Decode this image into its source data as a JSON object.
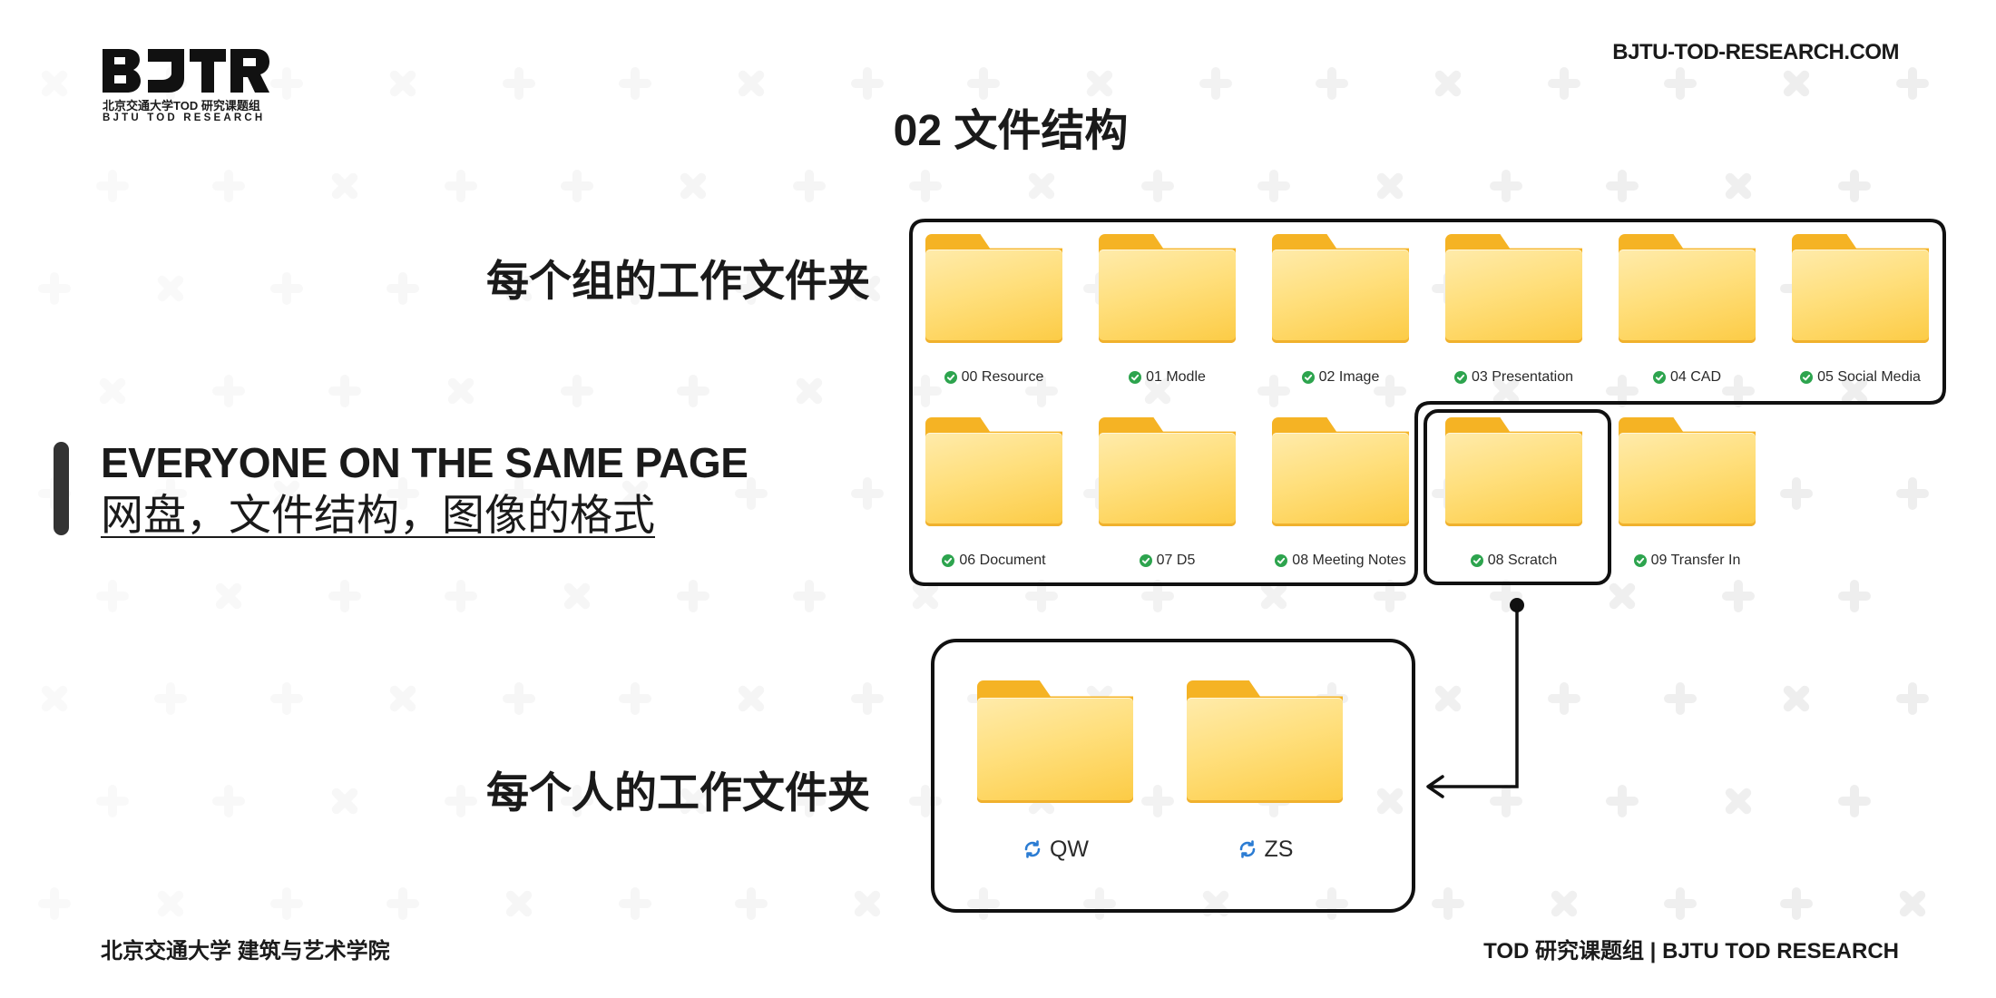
{
  "site_url": "BJTU-TOD-RESEARCH.COM",
  "logo": {
    "mark": "BJTR",
    "line1": "北京交通大学TOD 研究课题组",
    "line2": "BJTU TOD RESEARCH"
  },
  "page_title": "02 文件结构",
  "intro": {
    "heading": "EVERYONE ON THE SAME PAGE",
    "subheading": "网盘，文件结构，图像的格式"
  },
  "group_section": {
    "label": "每个组的工作文件夹",
    "folders": [
      {
        "name": "00 Resource",
        "status_icon": "synced-check-icon"
      },
      {
        "name": "01 Modle",
        "status_icon": "synced-check-icon"
      },
      {
        "name": "02 Image",
        "status_icon": "synced-check-icon"
      },
      {
        "name": "03 Presentation",
        "status_icon": "synced-check-icon"
      },
      {
        "name": "04 CAD",
        "status_icon": "synced-check-icon"
      },
      {
        "name": "05 Social Media",
        "status_icon": "synced-check-icon"
      },
      {
        "name": "06 Document",
        "status_icon": "synced-check-icon"
      },
      {
        "name": "07 D5",
        "status_icon": "synced-check-icon"
      },
      {
        "name": "08 Meeting Notes",
        "status_icon": "synced-check-icon"
      },
      {
        "name": "08 Scratch",
        "status_icon": "synced-check-icon"
      },
      {
        "name": "09 Transfer In",
        "status_icon": "synced-check-icon"
      }
    ]
  },
  "personal_section": {
    "label": "每个人的工作文件夹",
    "folders": [
      {
        "name": "QW",
        "status_icon": "sync-arrows-icon"
      },
      {
        "name": "ZS",
        "status_icon": "sync-arrows-icon"
      }
    ]
  },
  "footer": {
    "left": "北京交通大学 建筑与艺术学院",
    "right": "TOD 研究课题组 | BJTU TOD RESEARCH"
  },
  "colors": {
    "text": "#1a1a1a",
    "folder_back": "#F5B324",
    "folder_front": "#FFDF7C",
    "synced": "#2DA44E",
    "syncing": "#2B7CD3",
    "frame": "#111111"
  }
}
